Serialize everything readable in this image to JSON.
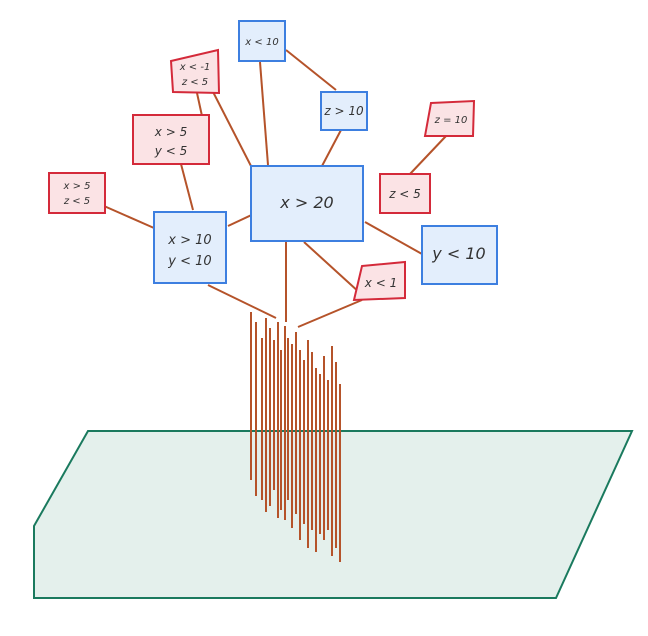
{
  "colors": {
    "plane_fill": "#e4f0ec",
    "plane_stroke": "#1a7a5e",
    "branch": "#b5532a",
    "blue_fill": "#e3eefc",
    "blue_stroke": "#3d7fe0",
    "red_fill": "#fbe3e5",
    "red_stroke": "#d42a3a"
  },
  "nodes": {
    "root": {
      "lines": [
        "x > 20"
      ],
      "kind": "blue"
    },
    "x_lt_10": {
      "lines": [
        "x < 10"
      ],
      "kind": "blue"
    },
    "z_gt_10": {
      "lines": [
        "z > 10"
      ],
      "kind": "blue"
    },
    "y_lt_10": {
      "lines": [
        "y < 10"
      ],
      "kind": "blue"
    },
    "x_gt10_y_lt10": {
      "lines": [
        "x > 10",
        "y < 10"
      ],
      "kind": "blue"
    },
    "x_ltm1_z_lt5": {
      "lines": [
        "x < -1",
        "z < 5"
      ],
      "kind": "red"
    },
    "x_gt5_y_lt5": {
      "lines": [
        "x > 5",
        "y < 5"
      ],
      "kind": "red"
    },
    "x_gt5_z_lt5": {
      "lines": [
        "x > 5",
        "z < 5"
      ],
      "kind": "red"
    },
    "z_eq_10": {
      "lines": [
        "z = 10"
      ],
      "kind": "red"
    },
    "z_lt_5": {
      "lines": [
        "z < 5"
      ],
      "kind": "red"
    },
    "x_lt_1": {
      "lines": [
        "x < 1"
      ],
      "kind": "red"
    }
  }
}
